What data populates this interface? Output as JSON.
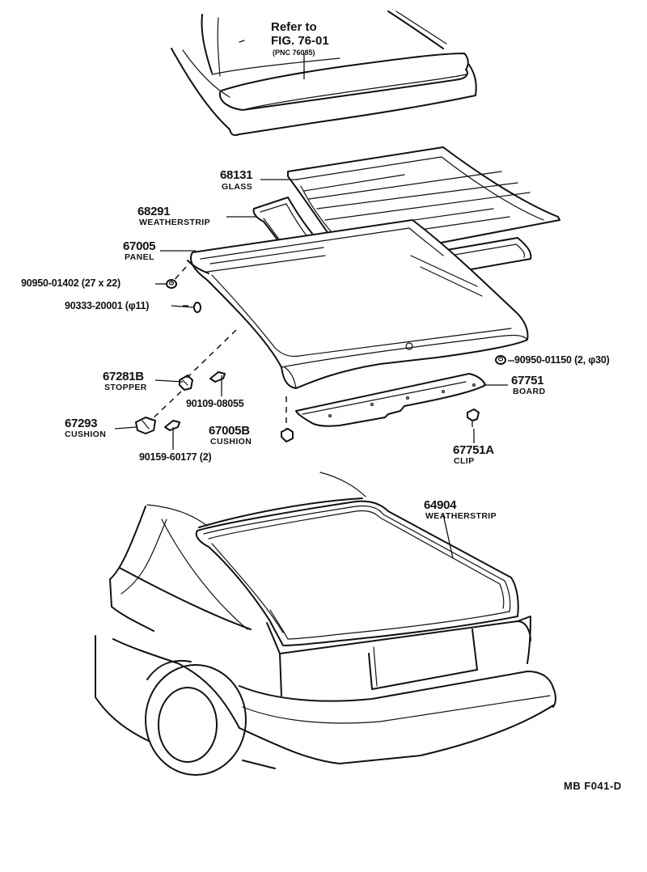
{
  "reference": {
    "line1": "Refer to",
    "line2": "FIG. 76-01",
    "line3": "(PNC 76085)"
  },
  "parts": {
    "glass": {
      "number": "68131",
      "name": "GLASS"
    },
    "weatherstrip_upper": {
      "number": "68291",
      "name": "WEATHERSTRIP"
    },
    "panel": {
      "number": "67005",
      "name": "PANEL"
    },
    "bolt_left": {
      "number": "90950-01402 (27 x 22)"
    },
    "plug_left": {
      "number": "90333-20001 (φ11)"
    },
    "stopper": {
      "number": "67281B",
      "name": "STOPPER"
    },
    "screw_stopper": {
      "number": "90109-08055"
    },
    "cushion_left": {
      "number": "67293",
      "name": "CUSHION"
    },
    "screw_cushion": {
      "number": "90159-60177 (2)"
    },
    "cushion_center": {
      "number": "67005B",
      "name": "CUSHION"
    },
    "bolt_right": {
      "number": "90950-01150 (2, φ30)"
    },
    "board": {
      "number": "67751",
      "name": "BOARD"
    },
    "clip": {
      "number": "67751A",
      "name": "CLIP"
    },
    "weatherstrip_body": {
      "number": "64904",
      "name": "WEATHERSTRIP"
    }
  },
  "figure_code": "MB  F041-D"
}
